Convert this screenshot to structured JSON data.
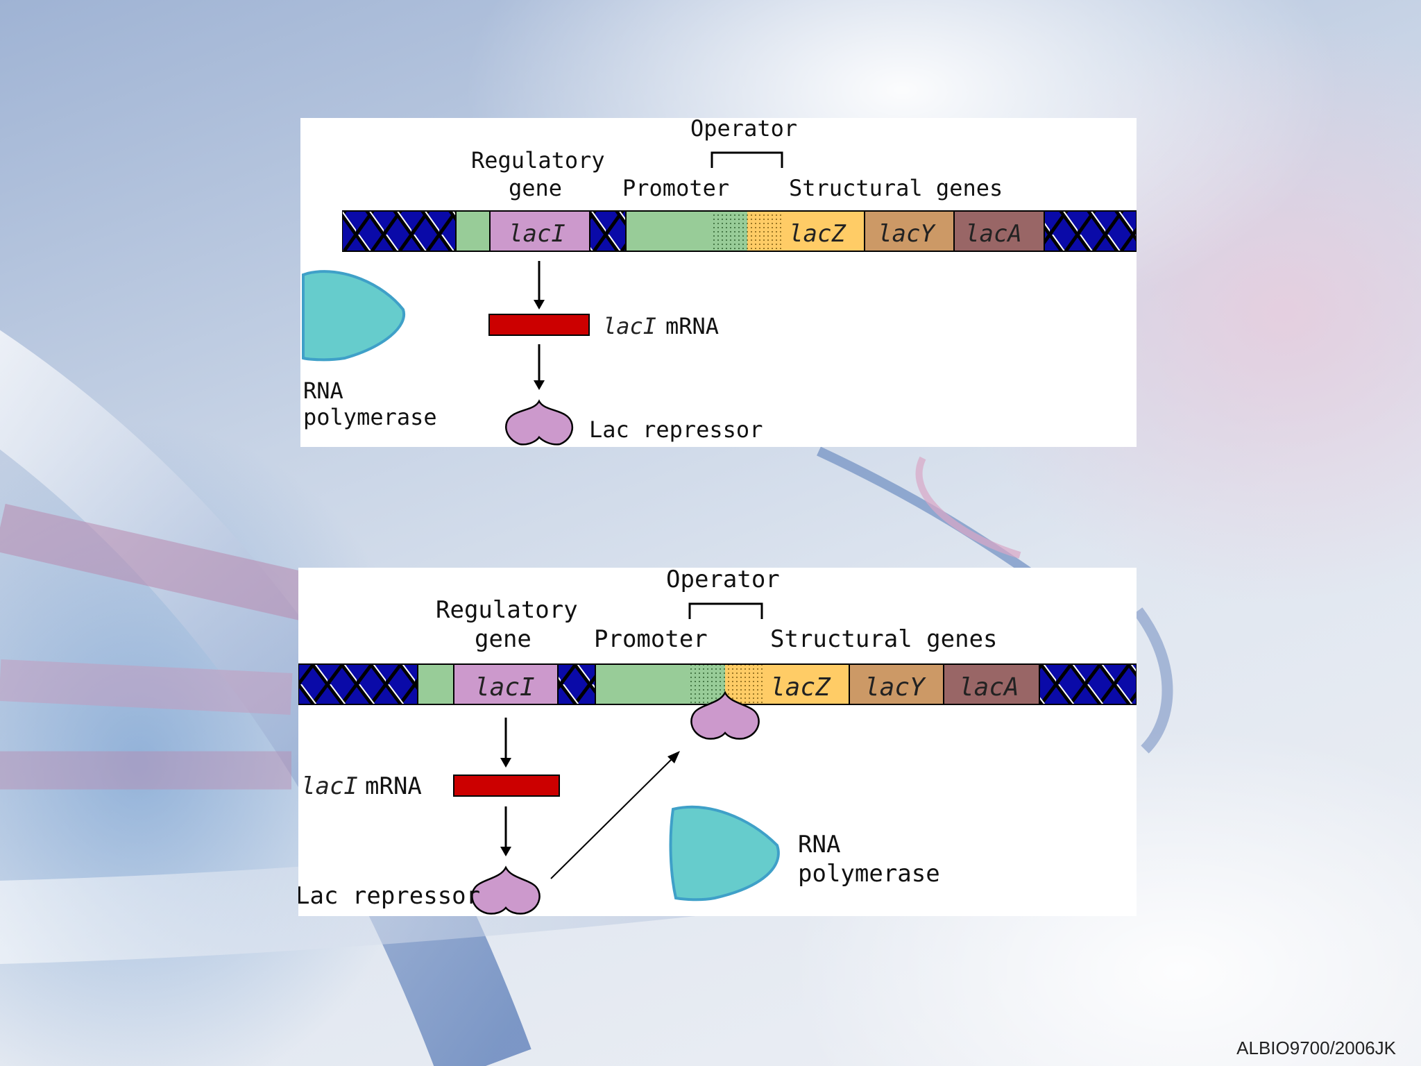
{
  "diagrams": [
    {
      "labels": {
        "operator": "Operator",
        "regulatory_gene_line1": "Regulatory",
        "regulatory_gene_line2": "gene",
        "promoter": "Promoter",
        "structural_genes": "Structural genes",
        "lacI": "lacI",
        "lacZ": "lacZ",
        "lacY": "lacY",
        "lacA": "lacA",
        "mrna_gene": "lacI",
        "mrna_word": "mRNA",
        "rna_polymerase_line1": "RNA",
        "rna_polymerase_line2": "polymerase",
        "lac_repressor": "Lac repressor"
      }
    },
    {
      "labels": {
        "operator": "Operator",
        "regulatory_gene_line1": "Regulatory",
        "regulatory_gene_line2": "gene",
        "promoter": "Promoter",
        "structural_genes": "Structural genes",
        "lacI": "lacI",
        "lacZ": "lacZ",
        "lacY": "lacY",
        "lacA": "lacA",
        "mrna_gene": "lacI",
        "mrna_word": "mRNA",
        "rna_polymerase_line1": "RNA",
        "rna_polymerase_line2": "polymerase",
        "lac_repressor": "Lac repressor"
      }
    }
  ],
  "footer": {
    "credit": "ALBIO9700/2006JK"
  },
  "colors": {
    "dna_backbone": "#0a0aa8",
    "spacer_green": "#98cc98",
    "lacI_pink": "#cc99cc",
    "lacZ_yellow": "#ffcc66",
    "lacY_tan": "#cc9966",
    "lacA_brown": "#996666",
    "mrna_red": "#cc0000",
    "polymerase_teal": "#66cccc",
    "repressor_pink": "#cc99cc"
  }
}
